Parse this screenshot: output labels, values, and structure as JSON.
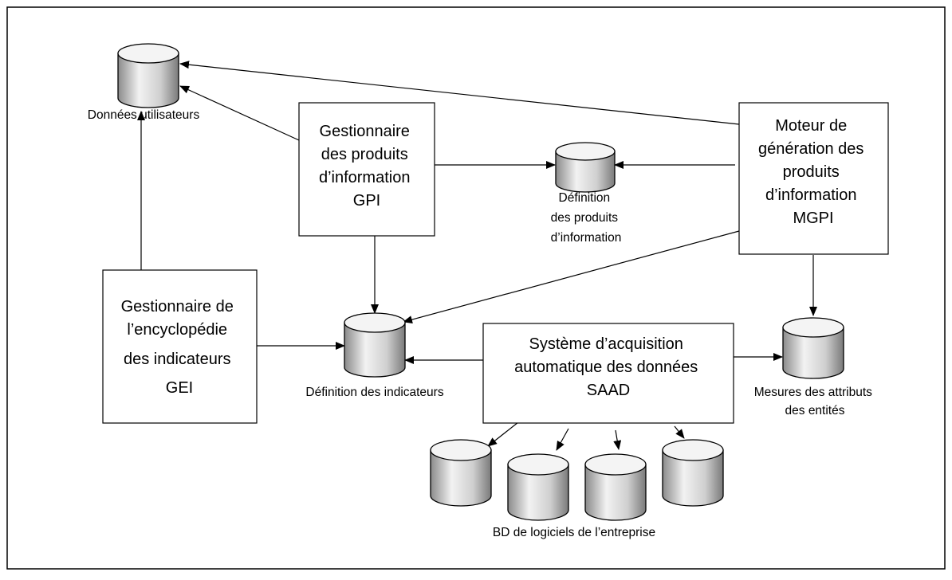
{
  "boxes": {
    "gpi": [
      "Gestionnaire",
      "des produits",
      "d’information",
      "GPI"
    ],
    "mgpi": [
      "Moteur de",
      "génération des",
      "produits",
      "d’information",
      "MGPI"
    ],
    "gei": [
      "Gestionnaire de",
      "l’encyclopédie",
      "des indicateurs",
      "GEI"
    ],
    "saad": [
      "Système d’acquisition",
      "automatique des données",
      "SAAD"
    ]
  },
  "databases": {
    "donnees_utilisateurs": [
      "Données utilisateurs"
    ],
    "definition_produits": [
      "Définition",
      "des produits",
      "d’information"
    ],
    "definition_indicateurs": [
      "Définition des indicateurs"
    ],
    "mesures_attributs": [
      "Mesures des attributs",
      "des entités"
    ],
    "bd_logiciels": [
      "BD de logiciels de l’entreprise"
    ]
  }
}
